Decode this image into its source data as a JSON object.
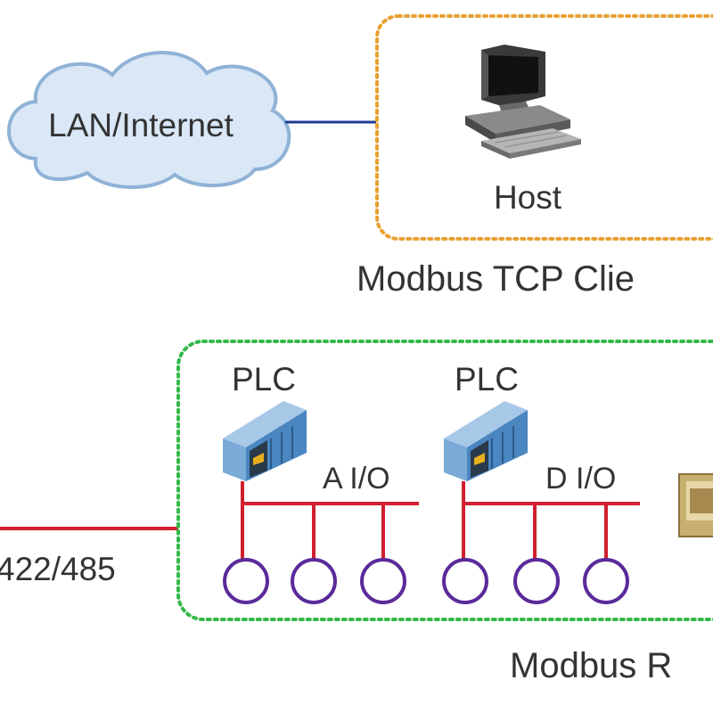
{
  "network": {
    "cloud_label": "LAN/Internet"
  },
  "client_zone": {
    "host_label": "Host",
    "caption": "Modbus TCP Clie",
    "border_color": "#e8a030"
  },
  "server_zone": {
    "caption": "Modbus R",
    "border_color": "#33b84a",
    "plc_groups": [
      {
        "plc_label": "PLC",
        "bus_label": "A I/O"
      },
      {
        "plc_label": "PLC",
        "bus_label": "D I/O"
      }
    ]
  },
  "serial_link": {
    "label": "422/485",
    "color": "#d02030"
  },
  "colors": {
    "cloud_fill": "#d9e7f6",
    "cloud_stroke": "#8fb2d6",
    "ethernet_line": "#1f3a93",
    "io_bus": "#d02030",
    "io_node": "#5a2a9a"
  }
}
